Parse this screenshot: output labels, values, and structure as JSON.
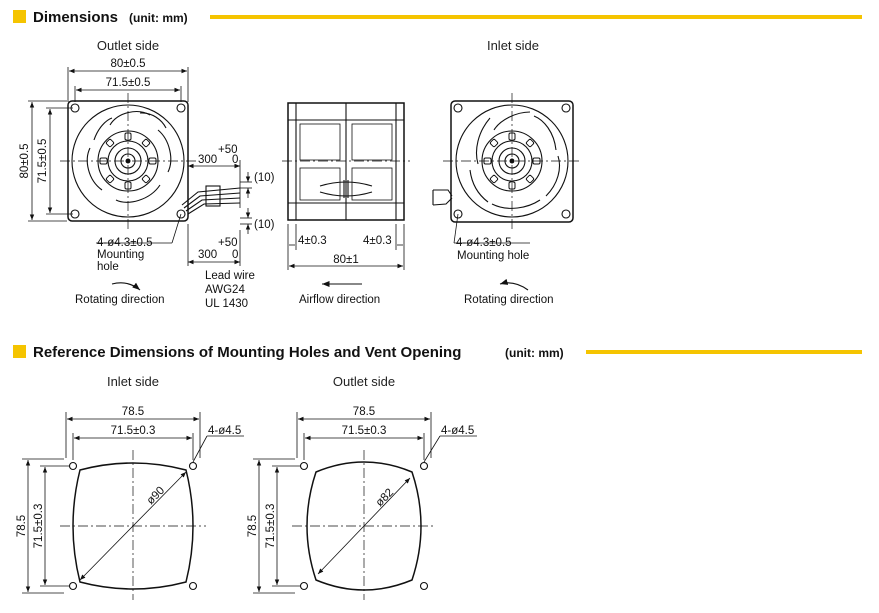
{
  "sections": {
    "dimensions": {
      "title": "Dimensions",
      "unit": "(unit: mm)"
    },
    "reference": {
      "title": "Reference Dimensions of Mounting Holes and Vent Opening",
      "unit": "(unit: mm)"
    }
  },
  "colors": {
    "accent": "#f5c400",
    "line": "#111111"
  },
  "top": {
    "outlet": {
      "title": "Outlet side",
      "dim_w_outer": "80±0.5",
      "dim_w_inner": "71.5±0.5",
      "dim_h_outer": "80±0.5",
      "dim_h_inner": "71.5±0.5",
      "lead_top_len": "300",
      "lead_top_tol_plus": "+50",
      "lead_top_tol_zero": "0",
      "lead_bot_len": "300",
      "lead_bot_tol_plus": "+50",
      "lead_bot_tol_zero": "0",
      "gap_top": "(10)",
      "gap_bot": "(10)",
      "hole": "4-ø4.3±0.5",
      "mount_1": "Mounting",
      "mount_2": "hole",
      "rotate": "Rotating direction"
    },
    "lead": {
      "line1": "Lead wire",
      "line2": "AWG24",
      "line3": "UL 1430"
    },
    "side": {
      "dim_left": "4±0.3",
      "dim_right": "4±0.3",
      "dim_depth": "80±1",
      "airflow": "Airflow direction"
    },
    "inlet": {
      "title": "Inlet side",
      "hole": "4-ø4.3±0.5",
      "mount": "Mounting hole",
      "rotate": "Rotating direction"
    }
  },
  "bottom": {
    "inlet": {
      "title": "Inlet side",
      "dim_w_outer": "78.5",
      "dim_w_inner": "71.5±0.3",
      "hole": "4-ø4.5",
      "diameter": "ø90",
      "dim_h_outer": "78.5",
      "dim_h_inner": "71.5±0.3"
    },
    "outlet": {
      "title": "Outlet side",
      "dim_w_outer": "78.5",
      "dim_w_inner": "71.5±0.3",
      "hole": "4-ø4.5",
      "diameter": "ø82",
      "dim_h_outer": "78.5",
      "dim_h_inner": "71.5±0.3"
    }
  }
}
